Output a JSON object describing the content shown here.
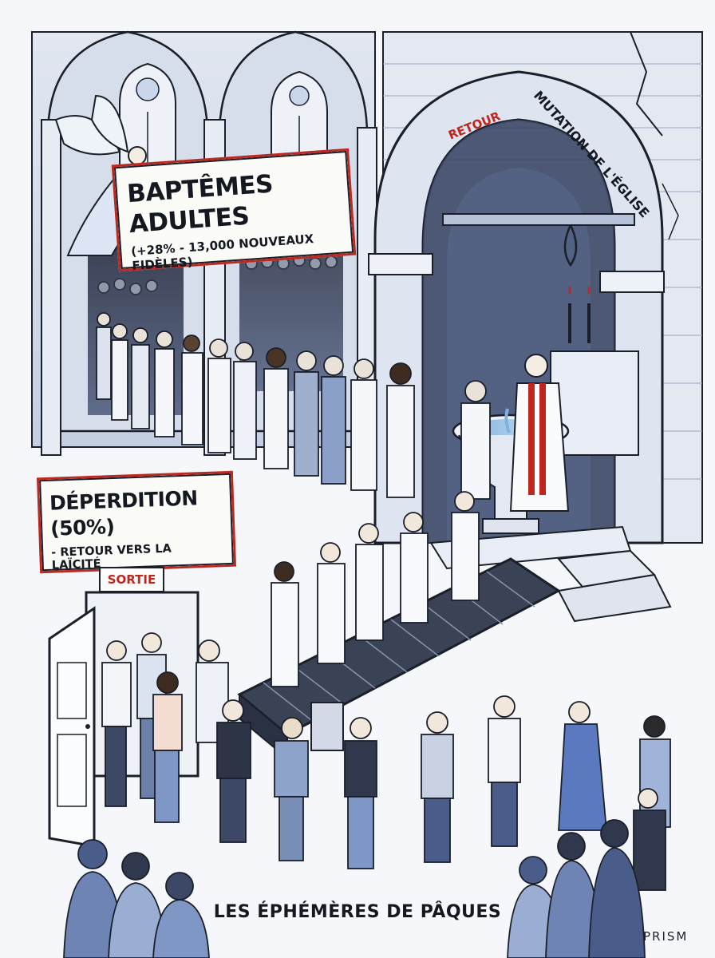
{
  "signs": {
    "baptism": {
      "title": "BAPTÊMES ADULTES",
      "subtitle": "(+28% - 13,000 NOUVEAUX FIDÈLES)"
    },
    "attrition": {
      "title": "DÉPERDITION (50%)",
      "subtitle": "- RETOUR VERS LA LAÏCITÉ"
    },
    "exit": {
      "label": "SORTIE"
    }
  },
  "arch": {
    "left_label": "RETOUR",
    "right_label": "MUTATION DE L'ÉGLISE"
  },
  "caption": "LES ÉPHÉMÈRES DE PÂQUES",
  "signature": "PRISM",
  "colors": {
    "ink": "#1b1f2a",
    "accent": "#c0261d",
    "wash": "#8fa3c8",
    "paper": "#f6f7fb"
  }
}
